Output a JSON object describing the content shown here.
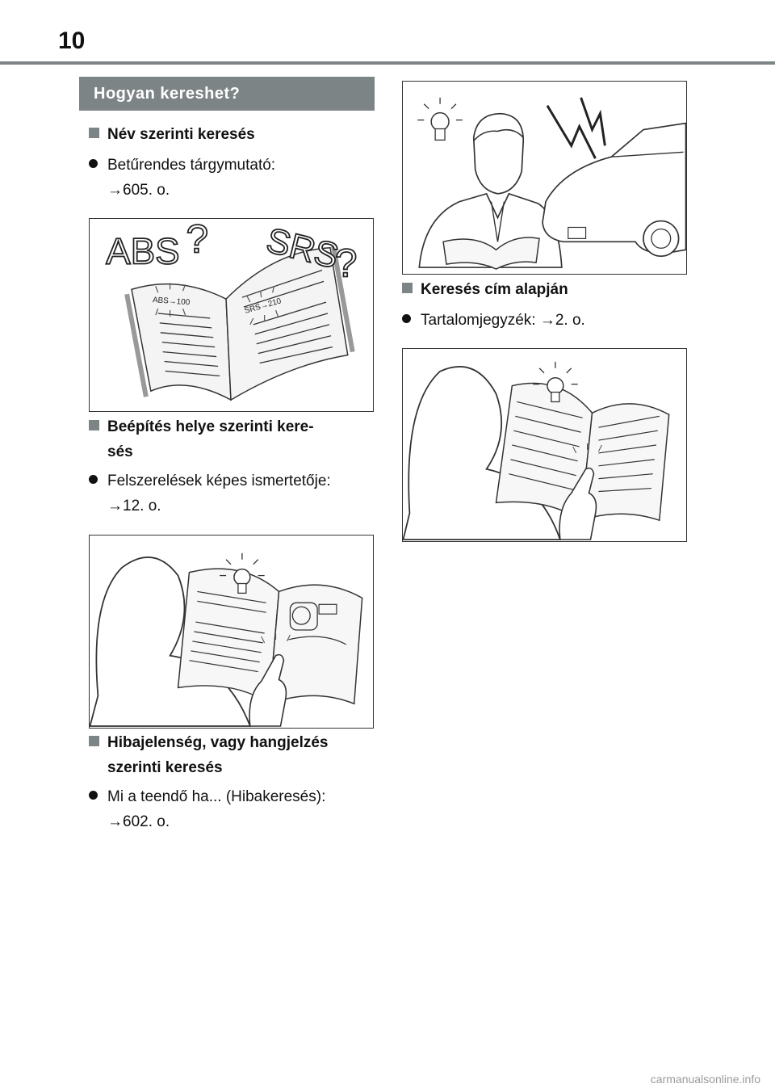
{
  "page": {
    "number": "10"
  },
  "heading": "Hogyan kereshet?",
  "sections": {
    "s1": {
      "title": "Név szerinti keresés",
      "bullet_line1": "Betűrendes tárgymutató:",
      "bullet_line2": "→605. o."
    },
    "s2": {
      "title_line1": "Beépítés helye szerinti kere-",
      "title_line2": "sés",
      "bullet_line1": "Felszerelések képes ismertetője:",
      "bullet_line2": "→12. o."
    },
    "s3": {
      "title_line1": "Hibajelenség, vagy hangjelzés",
      "title_line2": "szerinti keresés",
      "bullet_line1": "Mi a teendő ha... (Hibakeresés):",
      "bullet_line2": "→602. o."
    },
    "s4": {
      "title": "Keresés cím alapján",
      "bullet": "Tartalomjegyzék: →2. o."
    }
  },
  "illustrations": {
    "index_book": {
      "big_left": "ABS",
      "big_right": "SRS",
      "qmark": "?",
      "ref_left": "ABS→100",
      "ref_right": "SRS→210"
    }
  },
  "footer": "carmanualsonline.info"
}
